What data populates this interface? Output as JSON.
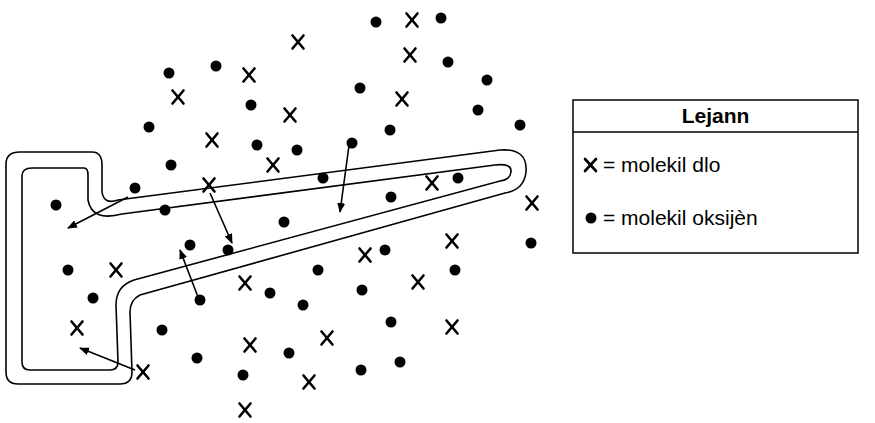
{
  "diagram": {
    "labels": [
      "Lejann"
    ],
    "legend": [
      {
        "text": "= molekil dlo"
      },
      {
        "text": "= molekil oksijèn"
      }
    ]
  }
}
